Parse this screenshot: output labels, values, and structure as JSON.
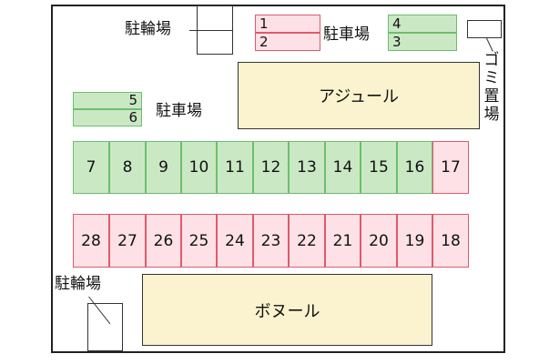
{
  "labels": {
    "bicycle_top": "駐輪場",
    "bicycle_bottom": "駐輪場",
    "parking_top": "駐車場",
    "parking_left": "駐車場",
    "garbage": [
      "ゴ",
      "ミ",
      "置",
      "場"
    ]
  },
  "buildings": {
    "azure": "アジュール",
    "bonur": "ボヌール"
  },
  "top_slots": {
    "pink": [
      "1",
      "2"
    ],
    "green": [
      "4",
      "3"
    ],
    "left_green": [
      "5",
      "6"
    ]
  },
  "row1": [
    {
      "num": "7",
      "color": "green"
    },
    {
      "num": "8",
      "color": "green"
    },
    {
      "num": "9",
      "color": "green"
    },
    {
      "num": "10",
      "color": "green"
    },
    {
      "num": "11",
      "color": "green"
    },
    {
      "num": "12",
      "color": "green"
    },
    {
      "num": "13",
      "color": "green"
    },
    {
      "num": "14",
      "color": "green"
    },
    {
      "num": "15",
      "color": "green"
    },
    {
      "num": "16",
      "color": "green"
    },
    {
      "num": "17",
      "color": "pink"
    }
  ],
  "row2": [
    {
      "num": "28",
      "color": "pink"
    },
    {
      "num": "27",
      "color": "pink"
    },
    {
      "num": "26",
      "color": "pink"
    },
    {
      "num": "25",
      "color": "pink"
    },
    {
      "num": "24",
      "color": "pink"
    },
    {
      "num": "23",
      "color": "pink"
    },
    {
      "num": "22",
      "color": "pink"
    },
    {
      "num": "21",
      "color": "pink"
    },
    {
      "num": "20",
      "color": "pink"
    },
    {
      "num": "19",
      "color": "pink"
    },
    {
      "num": "18",
      "color": "pink"
    }
  ],
  "colors": {
    "green_fill": "#cbe8c5",
    "green_border": "#6bbf6b",
    "pink_fill": "#fde1e6",
    "pink_border": "#e05a6a",
    "building_fill": "#fbf3cf"
  }
}
